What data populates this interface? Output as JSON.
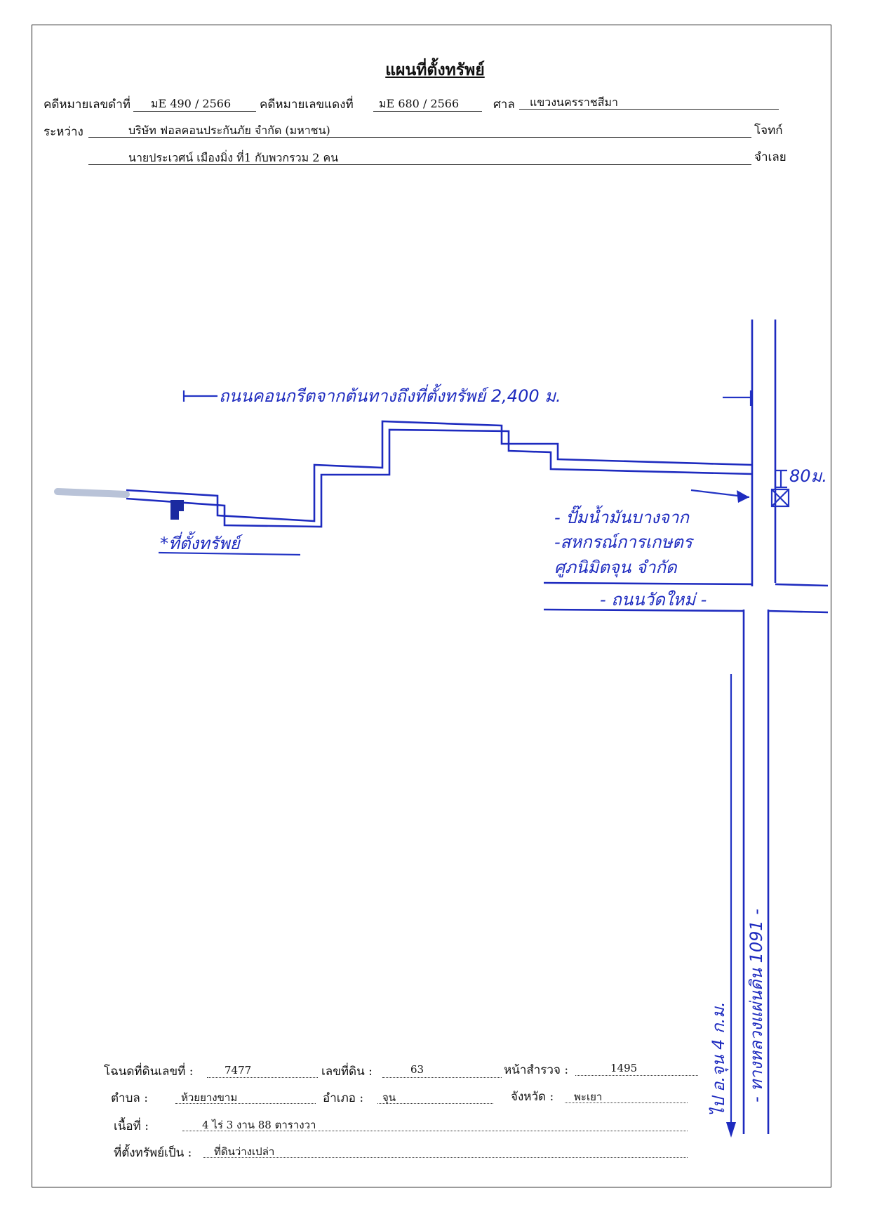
{
  "header": {
    "title": "แผนที่ตั้งทรัพย์",
    "black_case_label": "คดีหมายเลขดำที่",
    "black_case_value": "มE 490 / 2566",
    "red_case_label": "คดีหมายเลขแดงที่",
    "red_case_value": "มE 680 / 2566",
    "court_label": "ศาล",
    "court_value": "แขวงนครราชสีมา",
    "between_label": "ระหว่าง",
    "plaintiff": "บริษัท ฟอลคอนประกันภัย จำกัด (มหาชน)",
    "plaintiff_role": "โจทก์",
    "defendant": "นายประเวศน์ เมืองมิ่ง ที่1 กับพวกรวม 2 คน",
    "defendant_role": "จำเลย"
  },
  "map": {
    "top_road_note": "ถนนคอนกรีตจากต้นทางถึงที่ตั้งทรัพย์ 2,400 ม.",
    "distance_marker": "80ม.",
    "property_label": "*ที่ตั้งทรัพย์",
    "landmark_line1": "- ปั๊มน้ำมันบางจาก",
    "landmark_line2": "-สหกรณ์การเกษตร",
    "landmark_line3": "ศูภนิมิตจุน จำกัด",
    "cross_road": "- ถนนวัดใหม่ -",
    "highway_label": "- ทางหลวงแผ่นดิน 1091 -",
    "direction_label": "ไป อ.จุน 4 ก.ม.",
    "ink_color": "#1e2bbf"
  },
  "footer": {
    "deed_label": "โฉนดที่ดินเลขที่ :",
    "deed_value": "7477",
    "land_no_label": "เลขที่ดิน :",
    "land_no_value": "63",
    "survey_label": "หน้าสำรวจ :",
    "survey_value": "1495",
    "subdistrict_label": "ตำบล :",
    "subdistrict_value": "ห้วยยางขาม",
    "district_label": "อำเภอ :",
    "district_value": "จุน",
    "province_label": "จังหวัด :",
    "province_value": "พะเยา",
    "area_label": "เนื้อที่ :",
    "area_value": "4 ไร่ 3 งาน 88 ตารางวา",
    "type_label": "ที่ตั้งทรัพย์เป็น :",
    "type_value": "ที่ดินว่างเปล่า"
  }
}
